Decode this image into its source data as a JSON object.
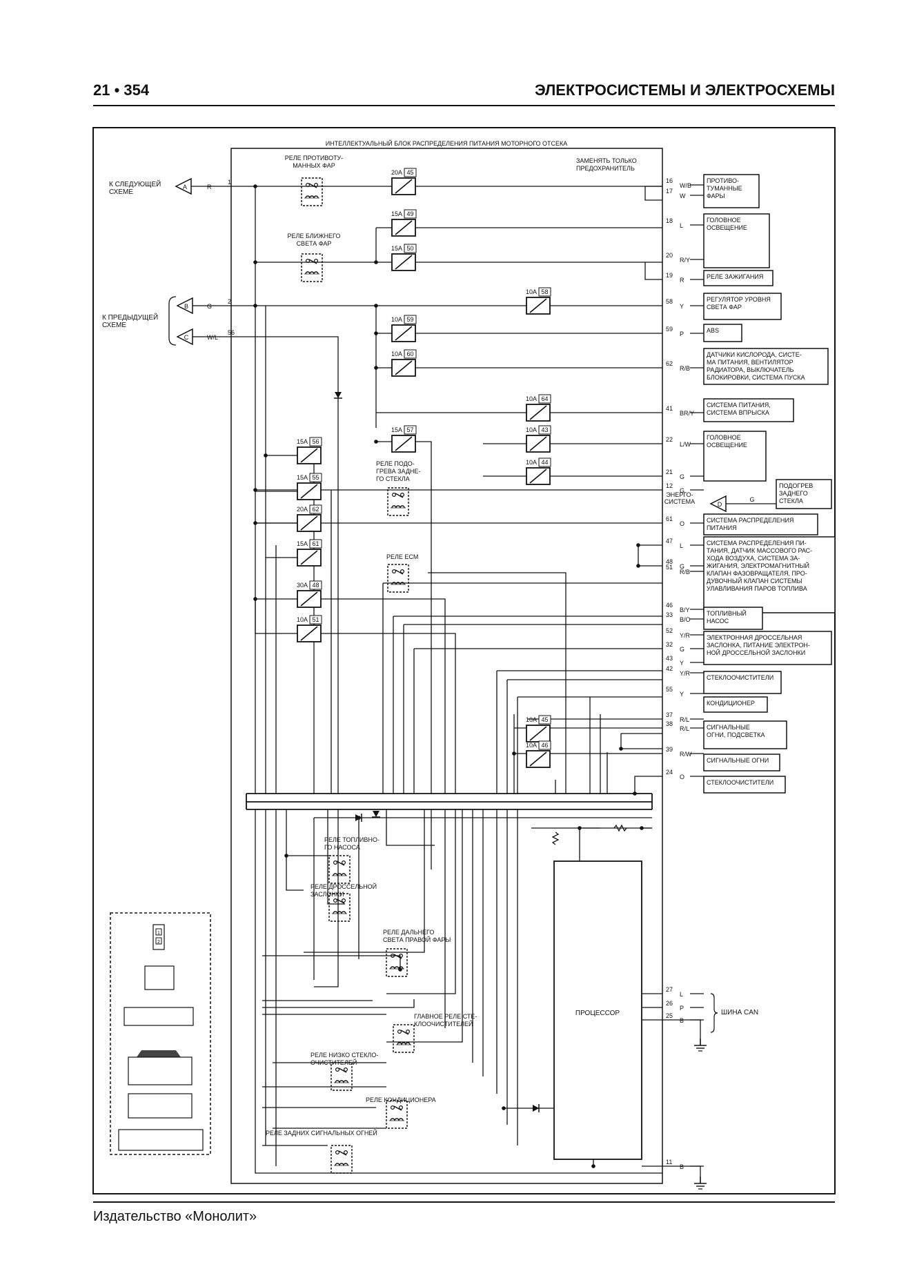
{
  "header": {
    "page_ref": "21 • 354",
    "section_title": "ЭЛЕКТРОСИСТЕМЫ И ЭЛЕКТРОСХЕМЫ"
  },
  "footer": {
    "publisher": "Издательство «Монолит»"
  },
  "diagram": {
    "block_title": "ИНТЕЛЛЕКТУАЛЬНЫЙ БЛОК РАСПРЕДЕЛЕНИЯ ПИТАНИЯ МОТОРНОГО ОТСЕКА",
    "replace_note": [
      "ЗАМЕНЯТЬ ТОЛЬКО",
      "ПРЕДОХРАНИТЕЛЬ"
    ],
    "left_refs": {
      "next": [
        "К СЛЕДУЮЩЕЙ",
        "СХЕМЕ"
      ],
      "next_letter": "A",
      "prev": [
        "К ПРЕДЫДУЩЕЙ",
        "СХЕМЕ"
      ],
      "prev_letters": [
        "B",
        "C"
      ],
      "energy": [
        "ЭНЕРГО-",
        "СИСТЕМА"
      ],
      "energy_letter": "D"
    },
    "left_pins": [
      {
        "num": "1",
        "color": "R"
      },
      {
        "num": "2",
        "color": "G"
      },
      {
        "num": "56",
        "color": "W/L"
      }
    ],
    "relays": [
      [
        "РЕЛЕ ПРОТИВОТУ-",
        "МАННЫХ ФАР"
      ],
      [
        "РЕЛЕ БЛИЖНЕГО",
        "СВЕТА ФАР"
      ],
      [
        "РЕЛЕ ПОДО-",
        "ГРЕВА ЗАДНЕ-",
        "ГО СТЕКЛА"
      ],
      [
        "РЕЛЕ ECM"
      ],
      [
        "РЕЛЕ ТОПЛИВНО-",
        "ГО НАСОСА"
      ],
      [
        "РЕЛЕ ДРОССЕЛЬНОЙ",
        "ЗАСЛОНКИ"
      ],
      [
        "РЕЛЕ ДАЛЬНЕГО",
        "СВЕТА ПРАВОЙ ФАРЫ"
      ],
      [
        "ГЛАВНОЕ РЕЛЕ СТЕ-",
        "КЛООЧИСТИТЕЛЕЙ"
      ],
      [
        "РЕЛЕ НИЗКО СТЕКЛО-",
        "ОЧИСТИТЕЛЕЙ"
      ],
      [
        "РЕЛЕ КОНДИЦИОНЕРА"
      ],
      [
        "РЕЛЕ ЗАДНИХ СИГНАЛЬНЫХ ОГНЕЙ"
      ]
    ],
    "fuses": [
      {
        "rating": "20A",
        "num": "45"
      },
      {
        "rating": "15A",
        "num": "49"
      },
      {
        "rating": "15A",
        "num": "50"
      },
      {
        "rating": "10A",
        "num": "58"
      },
      {
        "rating": "10A",
        "num": "59"
      },
      {
        "rating": "10A",
        "num": "60"
      },
      {
        "rating": "10A",
        "num": "64"
      },
      {
        "rating": "15A",
        "num": "57"
      },
      {
        "rating": "10A",
        "num": "43"
      },
      {
        "rating": "10A",
        "num": "44"
      },
      {
        "rating": "15A",
        "num": "56"
      },
      {
        "rating": "15A",
        "num": "55"
      },
      {
        "rating": "20A",
        "num": "62"
      },
      {
        "rating": "15A",
        "num": "61"
      },
      {
        "rating": "30A",
        "num": "48"
      },
      {
        "rating": "10A",
        "num": "51"
      },
      {
        "rating": "10A",
        "num": "45"
      },
      {
        "rating": "10A",
        "num": "46"
      }
    ],
    "right_pins": [
      {
        "num": "16",
        "color": "W/B"
      },
      {
        "num": "17",
        "color": "W"
      },
      {
        "num": "18",
        "color": "L"
      },
      {
        "num": "20",
        "color": "R/Y"
      },
      {
        "num": "19",
        "color": "R"
      },
      {
        "num": "58",
        "color": "Y"
      },
      {
        "num": "59",
        "color": "P"
      },
      {
        "num": "62",
        "color": "R/B"
      },
      {
        "num": "41",
        "color": "BR/Y"
      },
      {
        "num": "22",
        "color": "L/W"
      },
      {
        "num": "21",
        "color": "G"
      },
      {
        "num": "12",
        "color": "G"
      },
      {
        "num": "61",
        "color": "O"
      },
      {
        "num": "47",
        "color": "L"
      },
      {
        "num": "48",
        "color": "G"
      },
      {
        "num": "51",
        "color": "R/B"
      },
      {
        "num": "46",
        "color": "B/Y"
      },
      {
        "num": "33",
        "color": "B/O"
      },
      {
        "num": "52",
        "color": "Y/R"
      },
      {
        "num": "32",
        "color": "G"
      },
      {
        "num": "43",
        "color": "Y"
      },
      {
        "num": "42",
        "color": "Y/R"
      },
      {
        "num": "55",
        "color": "Y"
      },
      {
        "num": "37",
        "color": "R/L"
      },
      {
        "num": "38",
        "color": "R/L"
      },
      {
        "num": "39",
        "color": "R/W"
      },
      {
        "num": "24",
        "color": "O"
      },
      {
        "num": "27",
        "color": "L"
      },
      {
        "num": "26",
        "color": "P"
      },
      {
        "num": "25",
        "color": "B"
      },
      {
        "num": "11",
        "color": "B"
      }
    ],
    "destinations": [
      [
        "ПРОТИВО-",
        "ТУМАННЫЕ",
        "ФАРЫ"
      ],
      [
        "ГОЛОВНОЕ",
        "ОСВЕЩЕНИЕ"
      ],
      [
        "РЕЛЕ ЗАЖИГАНИЯ"
      ],
      [
        "РЕГУЛЯТОР УРОВНЯ",
        "СВЕТА ФАР"
      ],
      [
        "ABS"
      ],
      [
        "ДАТЧИКИ КИСЛОРОДА, СИСТЕ-",
        "МА ПИТАНИЯ, ВЕНТИЛЯТОР",
        "РАДИАТОРА, ВЫКЛЮЧАТЕЛЬ",
        "БЛОКИРОВКИ, СИСТЕМА ПУСКА"
      ],
      [
        "СИСТЕМА ПИТАНИЯ,",
        "СИСТЕМА ВПРЫСКА"
      ],
      [
        "ГОЛОВНОЕ",
        "ОСВЕЩЕНИЕ"
      ],
      [
        "ПОДОГРЕВ",
        "ЗАДНЕГО",
        "СТЕКЛА"
      ],
      [
        "СИСТЕМА РАСПРЕДЕЛЕНИЯ",
        "ПИТАНИЯ"
      ],
      [
        "СИСТЕМА РАСПРЕДЕЛЕНИЯ ПИ-",
        "ТАНИЯ, ДАТЧИК МАССОВОГО РАС-",
        "ХОДА ВОЗДУХА, СИСТЕМА ЗА-",
        "ЖИГАНИЯ, ЭЛЕКТРОМАГНИТНЫЙ",
        "КЛАПАН ФАЗОВРАЩАТЕЛЯ, ПРО-",
        "ДУВОЧНЫЙ КЛАПАН СИСТЕМЫ",
        "УЛАВЛИВАНИЯ ПАРОВ ТОПЛИВА"
      ],
      [
        "ТОПЛИВНЫЙ",
        "НАСОС"
      ],
      [
        "ЭЛЕКТРОННАЯ ДРОССЕЛЬНАЯ",
        "ЗАСЛОНКА, ПИТАНИЕ ЭЛЕКТРОН-",
        "НОЙ ДРОССЕЛЬНОЙ ЗАСЛОНКИ"
      ],
      [
        "СТЕКЛООЧИСТИТЕЛИ"
      ],
      [
        "КОНДИЦИОНЕР"
      ],
      [
        "СИГНАЛЬНЫЕ",
        "ОГНИ, ПОДСВЕТКА"
      ],
      [
        "СИГНАЛЬНЫЕ ОГНИ"
      ],
      [
        "СТЕКЛООЧИСТИТЕЛИ"
      ]
    ],
    "energy_pin": {
      "color": "G"
    },
    "processor": "ПРОЦЕССОР",
    "can_bus": "ШИНА CAN",
    "legend_connector_pins": [
      "1",
      "2"
    ]
  }
}
